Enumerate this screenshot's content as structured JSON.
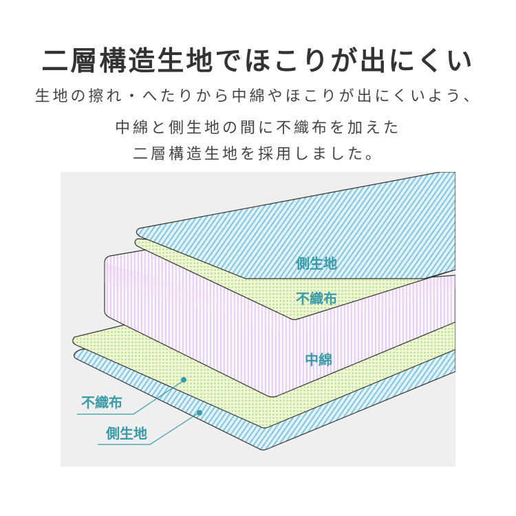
{
  "header": {
    "title": "二層構造生地でほこりが出にくい",
    "description_lines": [
      "生地の擦れ・へたりから中綿やほこりが出にくいよう、",
      "中綿と側生地の間に不織布を加えた",
      "二層構造生地を採用しました。"
    ]
  },
  "diagram": {
    "layers": [
      {
        "name": "側生地",
        "pattern": "diagonal-stripe",
        "color": "#8ec9e0"
      },
      {
        "name": "不織布",
        "pattern": "dots",
        "color": "#a8d67a"
      },
      {
        "name": "中綿",
        "pattern": "vertical-stripe",
        "color": "#d9b8ee"
      },
      {
        "name": "不織布",
        "pattern": "dots",
        "color": "#a8d67a"
      },
      {
        "name": "側生地",
        "pattern": "diagonal-stripe",
        "color": "#8ec9e0"
      }
    ],
    "labels": {
      "top_outer": "側生地",
      "top_nonwoven": "不織布",
      "filling": "中綿",
      "bottom_nonwoven": "不織布",
      "bottom_outer": "側生地"
    },
    "colors": {
      "label": "#3a9aa6",
      "panel_bg": "#efefef",
      "outline": "#333333"
    }
  }
}
